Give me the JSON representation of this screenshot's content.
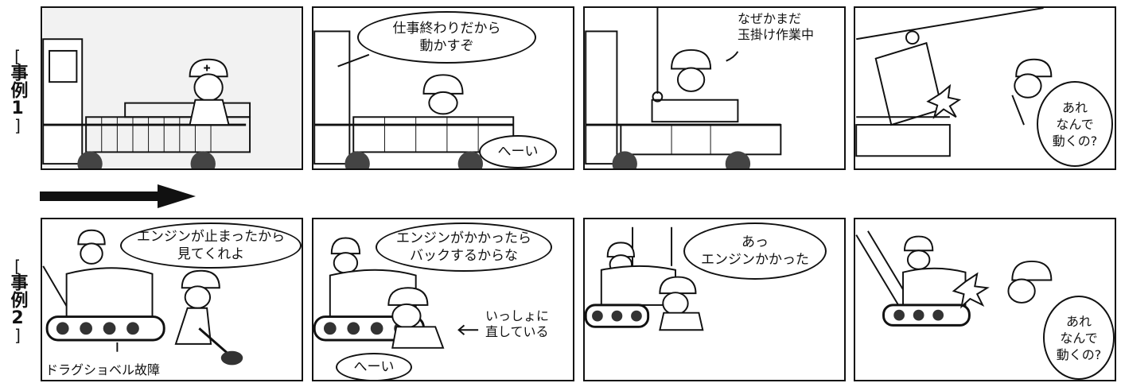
{
  "row_labels": [
    {
      "text": "事例",
      "number": "1"
    },
    {
      "text": "事例",
      "number": "2"
    }
  ],
  "bracket_open": "[",
  "bracket_close": "]",
  "case1": {
    "panel2_speech": "仕事終わりだから\n動かすぞ",
    "panel2_reply": "へーい",
    "panel3_caption": "なぜかまだ\n玉掛け作業中",
    "panel4_speech": "あれ\nなんで\n動くの?"
  },
  "case2": {
    "panel1_speech": "エンジンが止まったから\n見てくれよ",
    "panel1_caption": "ドラグショベル故障",
    "panel2_speech": "エンジンがかかったら\nバックするからな",
    "panel2_reply": "へーい",
    "panel2_note": "いっしょに\n直している",
    "panel3_speech": "あっ\nエンジンかかった",
    "panel4_speech": "あれ\nなんで\n動くの?"
  }
}
